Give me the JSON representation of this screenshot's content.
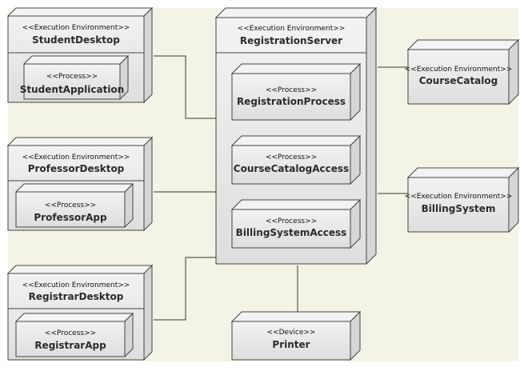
{
  "stereotypes": {
    "env": "<<Execution Environment>>",
    "process": "<<Process>>",
    "device": "<<Device>>"
  },
  "nodes": {
    "student_desktop": "StudentDesktop",
    "student_application": "StudentApplication",
    "professor_desktop": "ProfessorDesktop",
    "professor_app": "ProfessorApp",
    "registrar_desktop": "RegistrarDesktop",
    "registrar_app": "RegistrarApp",
    "registration_server": "RegistrationServer",
    "registration_process": "RegistrationProcess",
    "course_catalog_access": "CourseCatalogAccess",
    "billing_system_access": "BillingSystemAccess",
    "printer": "Printer",
    "course_catalog": "CourseCatalog",
    "billing_system": "BillingSystem"
  },
  "colors": {
    "background": "#f4f4e6",
    "node_front": "#e9e9e9",
    "node_side": "#d6d6d6",
    "node_top": "#f3f3f3",
    "stroke": "#444444"
  }
}
